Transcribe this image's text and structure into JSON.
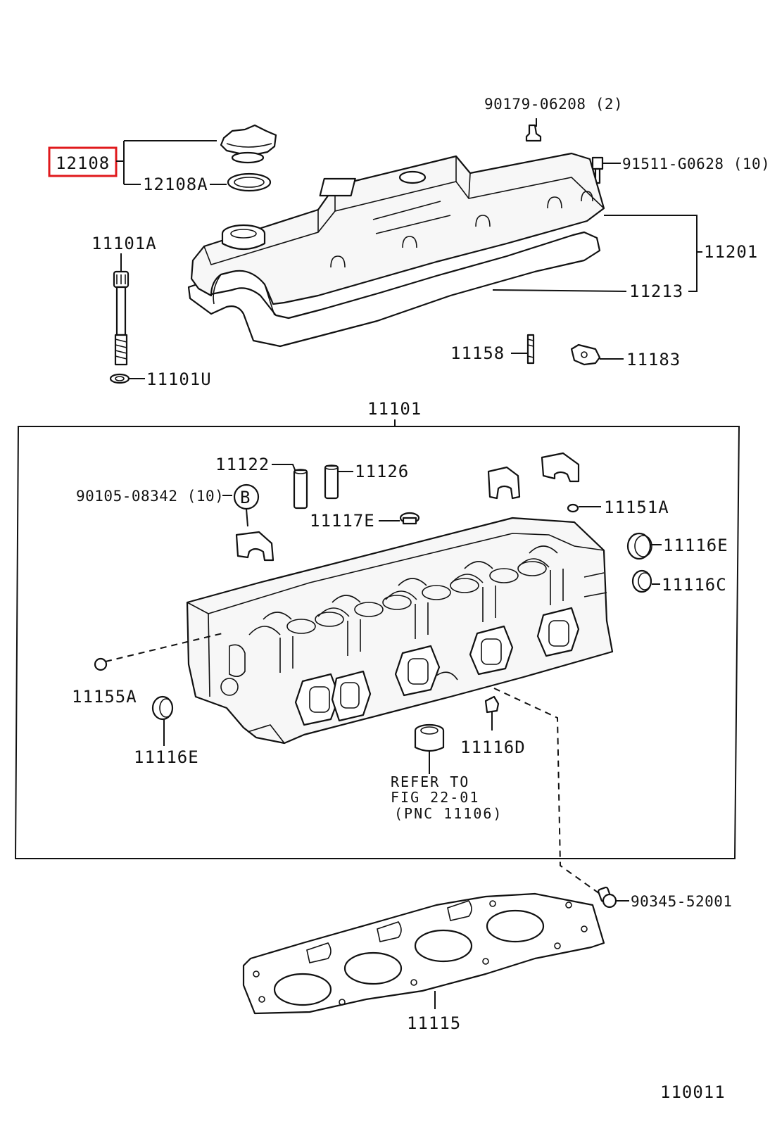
{
  "highlight_color": "#e0191c",
  "callouts": {
    "c90179": "90179-06208 (2)",
    "c91511": "91511-G0628 (10)",
    "c12108": "12108",
    "c12108A": "12108A",
    "c11201": "11201",
    "c11213": "11213",
    "c11101A": "11101A",
    "c11101U": "11101U",
    "c11158": "11158",
    "c11183": "11183",
    "c11101": "11101",
    "c11122": "11122",
    "c11126": "11126",
    "c90105": "90105-08342 (10)",
    "cB": "B",
    "c11117E": "11117E",
    "c11151A": "11151A",
    "c11116E_r": "11116E",
    "c11116C": "11116C",
    "c11155A": "11155A",
    "c11116E_l": "11116E",
    "c11116D": "11116D",
    "ref1": "REFER TO",
    "ref2": "FIG 22-01",
    "ref3": "(PNC 11106)",
    "c90345": "90345-52001",
    "c11115": "11115",
    "fig_number": "110011"
  }
}
